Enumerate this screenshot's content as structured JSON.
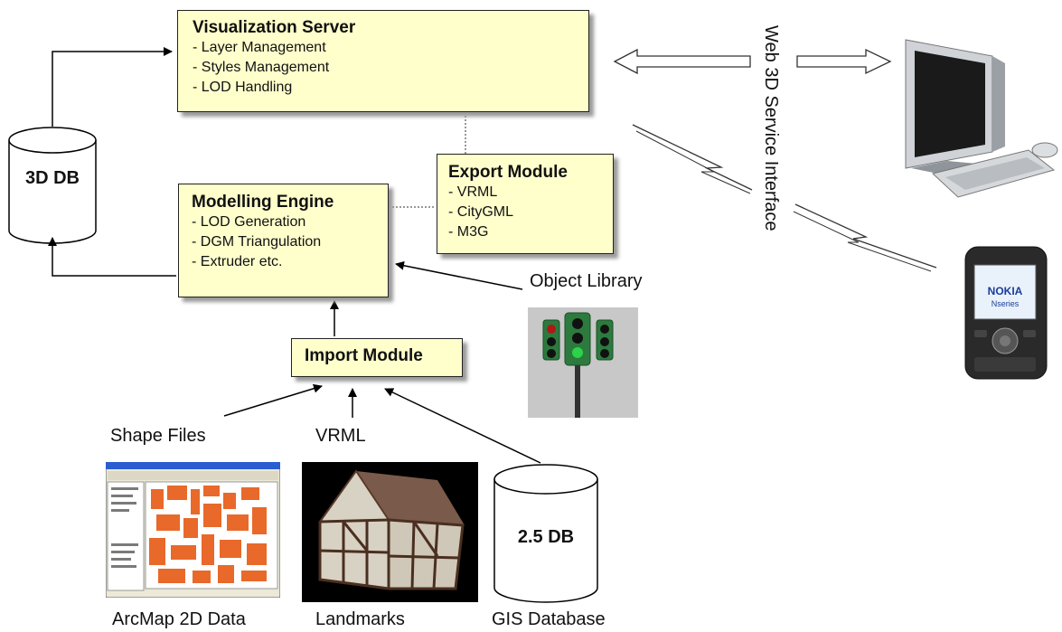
{
  "visualization_server": {
    "title": "Visualization Server",
    "items": [
      "- Layer Management",
      "- Styles Management",
      "- LOD Handling"
    ]
  },
  "modelling_engine": {
    "title": "Modelling Engine",
    "items": [
      "- LOD Generation",
      "- DGM Triangulation",
      "- Extruder etc."
    ]
  },
  "export_module": {
    "title": "Export Module",
    "items": [
      "- VRML",
      "- CityGML",
      "- M3G"
    ]
  },
  "import_module": {
    "title": "Import Module"
  },
  "db_3d": {
    "label": "3D DB"
  },
  "db_25": {
    "label": "2.5 DB"
  },
  "service_interface": {
    "label": "Web 3D Service Interface"
  },
  "labels": {
    "object_library": "Object Library",
    "shape_files": "Shape Files",
    "vrml": "VRML",
    "arcmap": "ArcMap 2D Data",
    "landmarks": "Landmarks",
    "gis_database": "GIS Database"
  },
  "phone": {
    "brand": "NOKIA",
    "series": "Nseries"
  },
  "colors": {
    "box_fill": "#ffffcc",
    "box_border": "#222222",
    "roof": "#7a5a4a",
    "building_orange": "#e8692a"
  },
  "icons": [
    "desktop-computer-icon",
    "mobile-phone-icon",
    "traffic-light-icon",
    "database-icon"
  ]
}
